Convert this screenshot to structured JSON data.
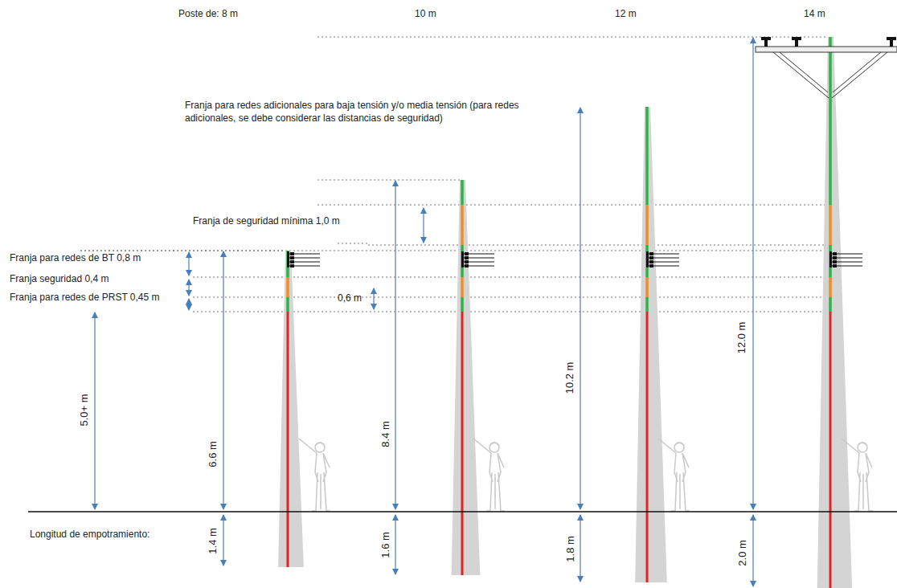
{
  "diagram": {
    "labels": [
      "Poste de:  8 m",
      "10 m",
      "12 m",
      "14 m",
      "Franja para redes adicionales para baja tensión y/o media tensión (para redes adicionales, se debe considerar las distancias de seguridad)",
      "Franja de seguridad mínima 1,0 m",
      "Franja para redes de BT 0,8 m",
      "Franja seguridad 0,4 m",
      "Franja para redes de PRST 0,45 m",
      "0,6 m",
      "5.0+ m",
      "6.6 m",
      "8.4 m",
      "10.2 m",
      "12.0 m",
      "Longitud de empotramiento:",
      "1.4 m",
      "1.6 m",
      "1.8 m",
      "2.0 m"
    ]
  }
}
